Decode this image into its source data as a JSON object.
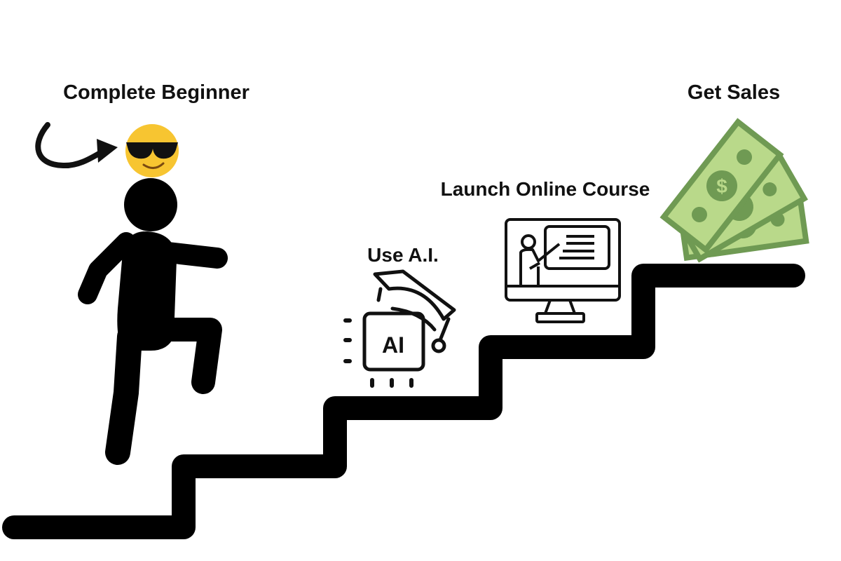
{
  "labels": {
    "beginner": "Complete Beginner",
    "use_ai": "Use A.I.",
    "launch": "Launch Online Course",
    "sales": "Get Sales"
  },
  "icons": {
    "ai_chip_text": "AI",
    "money_symbol": "$"
  },
  "colors": {
    "money_light": "#b9d98a",
    "money_dark": "#6f9a53",
    "emoji": "#f7c531"
  }
}
